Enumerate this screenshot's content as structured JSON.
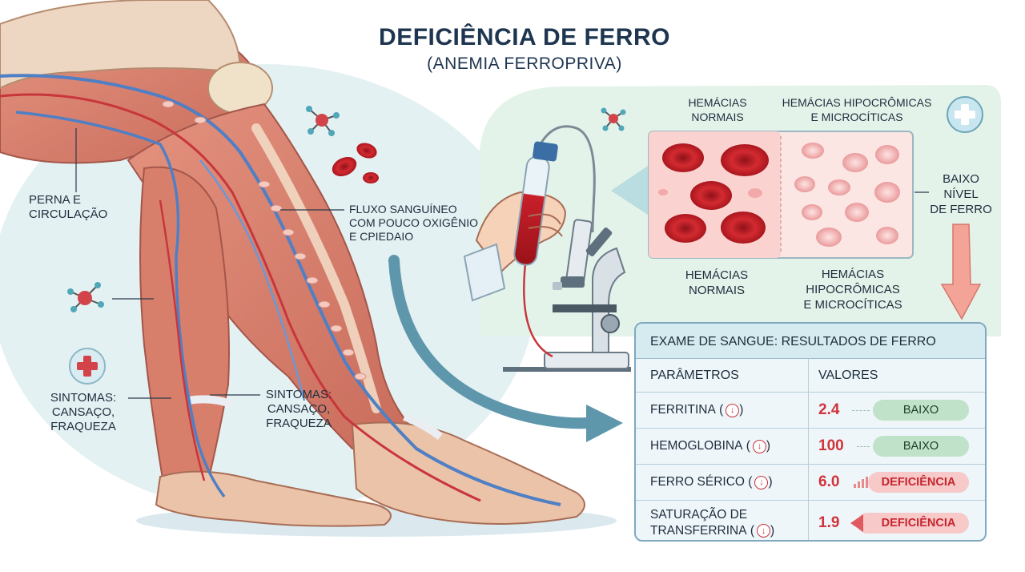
{
  "title": "DEFICIÊNCIA DE FERRO",
  "subtitle": "(ANEMIA FERROPRIVA)",
  "labels": {
    "leg": "PERNA E\nCIRCULAÇÃO",
    "flow": "FLUXO SANGUÍNEO\nCOM POUCO OXIGÊNIO\nE CPIEDAIO",
    "symptoms_left": "SINTOMAS:\nCANSAÇO,\nFRAQUEZA",
    "symptoms_mid": "SINTOMAS:\nCANSAÇO,\nFRAQUEZA",
    "normal_top": "HEMÁCIAS\nNORMAIS",
    "hypo_top": "HEMÁCIAS HIPOCRÔMICAS\nE MICROCÍTICAS",
    "normal_bottom": "HEMÁCIAS\nNORMAIS",
    "hypo_bottom": "HEMÁCIAS\nHIPOCRÔMICAS\nE MICROCÍTICAS",
    "low_iron": "BAIXO\nNÍVEL\nDE FERRO"
  },
  "results": {
    "heading": "EXAME DE SANGUE: RESULTADOS DE FERRO",
    "col_param": "PARÂMETROS",
    "col_value": "VALORES",
    "rows": [
      {
        "param": "FERRITINA",
        "value": "2.4",
        "status": "BAIXO",
        "kind": "low"
      },
      {
        "param": "HEMOGLOBINA",
        "value": "100",
        "status": "BAIXO",
        "kind": "low"
      },
      {
        "param": "FERRO SÉRICO",
        "value": "6.0",
        "status": "DEFICIÊNCIA",
        "kind": "def"
      },
      {
        "param": "SATURAÇÃO DE TRANSFERRINA",
        "value": "1.9",
        "status": "DEFICIÊNCIA",
        "kind": "def"
      }
    ]
  },
  "colors": {
    "title": "#1e3550",
    "muscle": "#d9806f",
    "vein": "#4f7fc4",
    "artery": "#c8363c",
    "healthy_cell": "#c9242c",
    "pale_cell": "#f0b2b4",
    "panel_green": "#e3f3ea",
    "status_low": "#bfe2c9",
    "status_def": "#f7c9c9",
    "value_red": "#d1333a"
  },
  "icons": [
    "molecule-icon",
    "red-blood-cell-icon",
    "medical-cross-icon",
    "microscope-icon",
    "test-tube-icon",
    "down-arrow-icon"
  ]
}
